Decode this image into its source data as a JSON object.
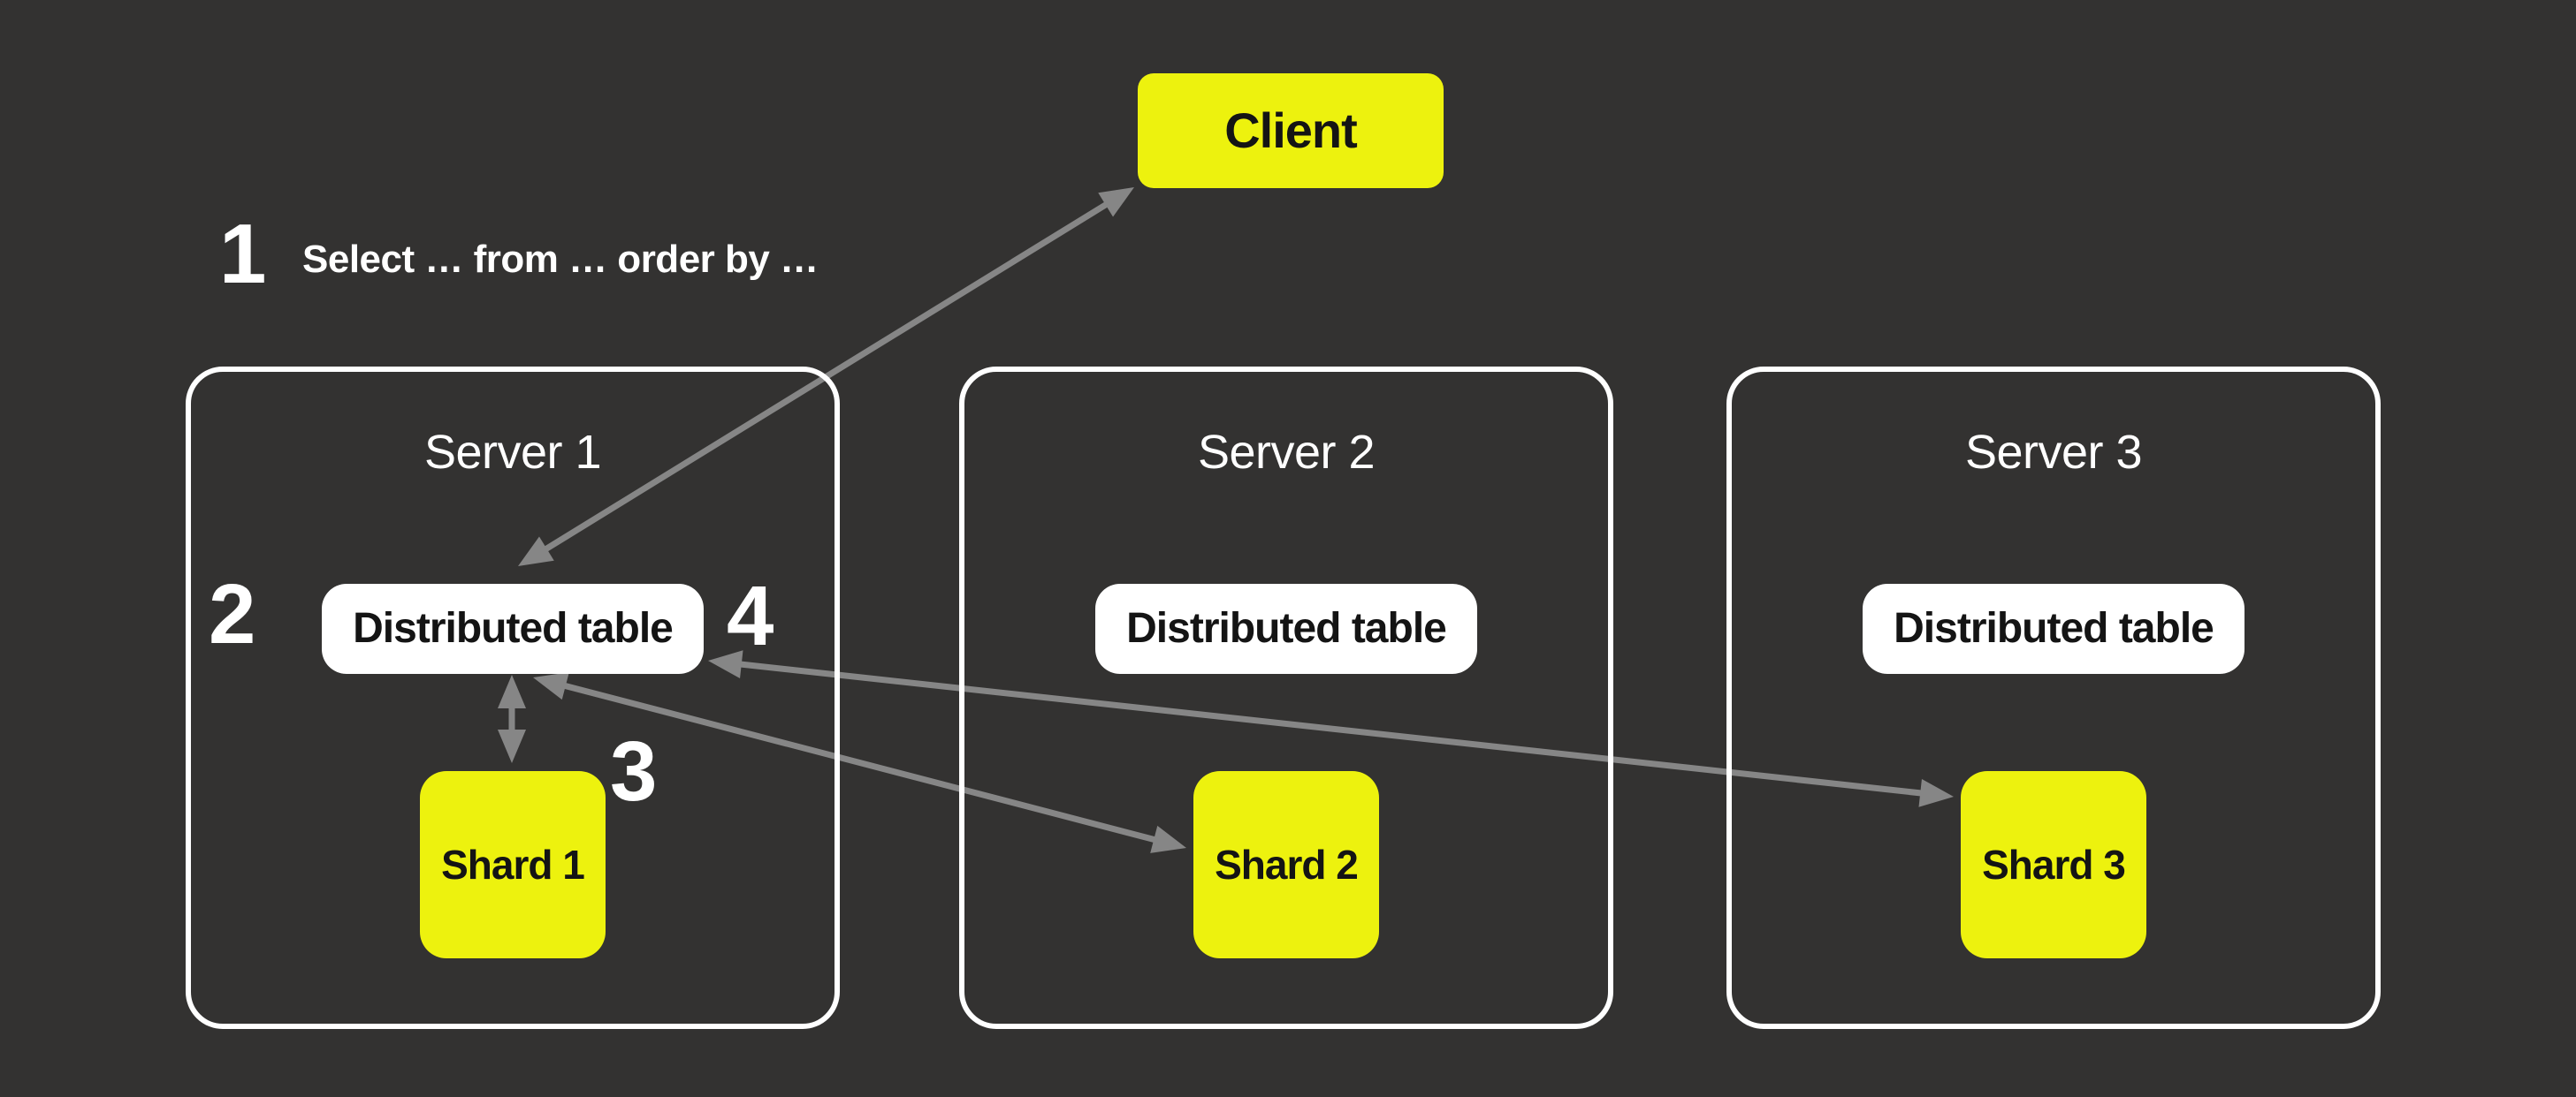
{
  "colors": {
    "background": "#333231",
    "accent_yellow": "#EDF20E",
    "box_white": "#ffffff",
    "arrow_gray": "#868686",
    "text_light": "#ffffff",
    "text_dark": "#141414"
  },
  "client": {
    "label": "Client"
  },
  "steps": {
    "step1": {
      "number": "1",
      "text": "Select … from … order by …"
    },
    "step2": {
      "number": "2"
    },
    "step3": {
      "number": "3"
    },
    "step4": {
      "number": "4"
    }
  },
  "servers": [
    {
      "title": "Server 1",
      "table_label": "Distributed table",
      "shard_label": "Shard 1"
    },
    {
      "title": "Server 2",
      "table_label": "Distributed table",
      "shard_label": "Shard 2"
    },
    {
      "title": "Server 3",
      "table_label": "Distributed table",
      "shard_label": "Shard 3"
    }
  ],
  "connections": [
    {
      "from": "server-1-distributed-table",
      "to": "client",
      "bidirectional": true
    },
    {
      "from": "server-1-distributed-table",
      "to": "shard-1",
      "bidirectional": true
    },
    {
      "from": "server-1-distributed-table",
      "to": "shard-2",
      "bidirectional": true
    },
    {
      "from": "server-1-distributed-table",
      "to": "shard-3",
      "bidirectional": true
    }
  ]
}
